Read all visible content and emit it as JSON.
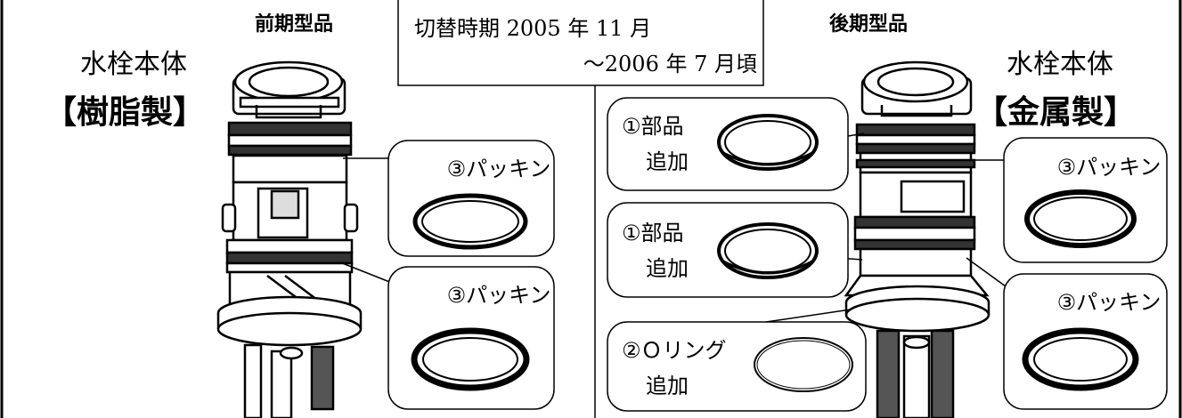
{
  "left_panel": {
    "header": "前期型品",
    "body_title": "水栓本体",
    "material": "【樹脂製】",
    "callouts": [
      {
        "label": "③パッキン"
      },
      {
        "label": "③パッキン"
      }
    ]
  },
  "center_box": {
    "line1": "切替時期 2005 年 11 月",
    "line2": "～2006 年 7 月頃"
  },
  "right_panel": {
    "header": "後期型品",
    "body_title": "水栓本体",
    "material": "【金属製】",
    "added_callouts": [
      {
        "label_line1": "①部品",
        "label_line2": "追加"
      },
      {
        "label_line1": "①部品",
        "label_line2": "追加"
      },
      {
        "label_line1": "②Ｏリング",
        "label_line2": "追加"
      }
    ],
    "packing_callouts": [
      {
        "label": "③パッキン"
      },
      {
        "label": "③パッキン"
      }
    ]
  }
}
